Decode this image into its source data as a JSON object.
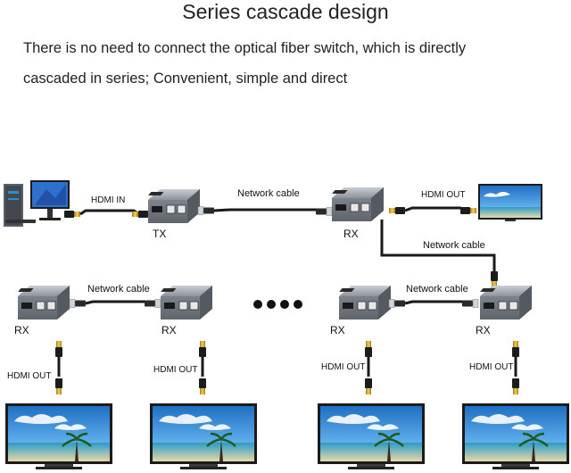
{
  "header": {
    "title": "Series cascade design",
    "subtitle_line1": "There is no need to connect the optical fiber switch, which is directly",
    "subtitle_line2": "cascaded in series; Convenient, simple and direct"
  },
  "labels": {
    "hdmi_in": "HDMI  IN",
    "hdmi_out": "HDMI OUT",
    "network_cable": "Network cable",
    "tx": "TX",
    "rx": "RX"
  },
  "colors": {
    "cable": "#1a1a1a",
    "device_body": "#9aa0a6",
    "screen_sky": "#2f87d8",
    "connector_gold": "#d4a017"
  }
}
